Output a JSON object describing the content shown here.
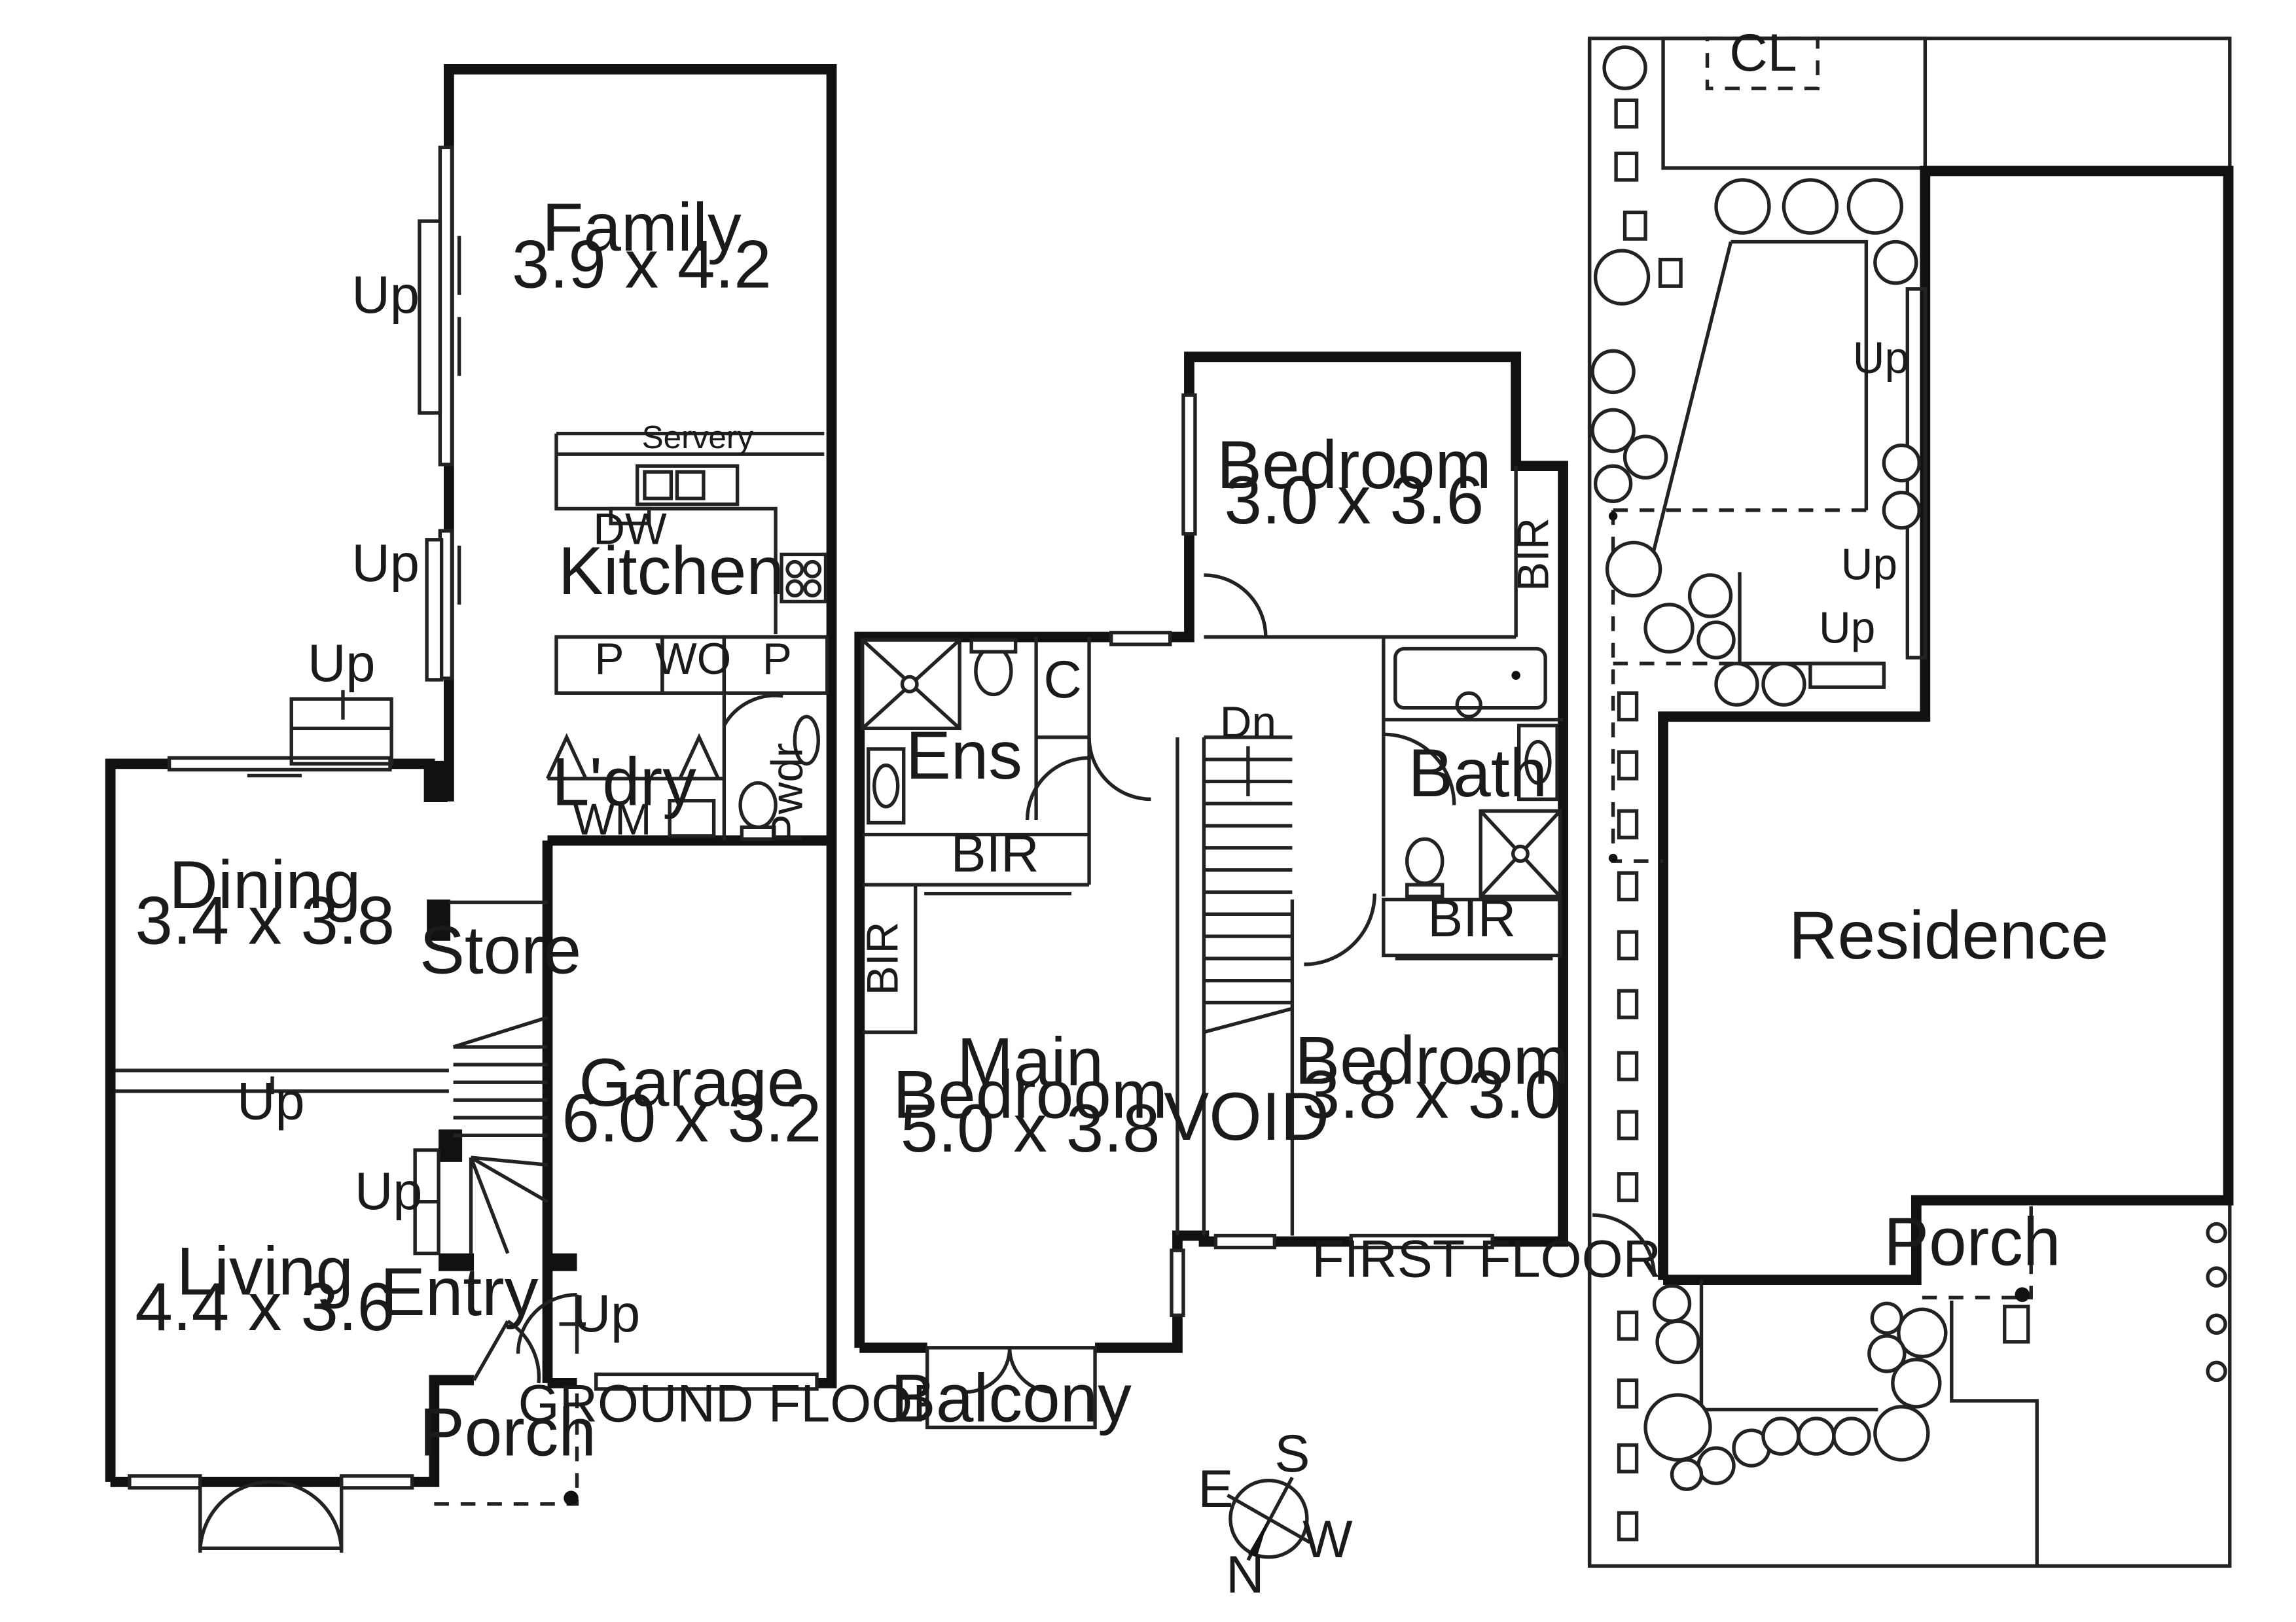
{
  "ground_floor": {
    "caption": "GROUND FLOOR",
    "rooms": {
      "family": {
        "name": "Family",
        "dims": "3.9 x 4.2"
      },
      "kitchen": {
        "name": "Kitchen"
      },
      "servery": {
        "name": "Servery"
      },
      "dw": {
        "name": "DW"
      },
      "pantry_left": {
        "name": "P"
      },
      "wo": {
        "name": "WO"
      },
      "pantry_right": {
        "name": "P"
      },
      "laundry": {
        "name": "L'dry"
      },
      "wm": {
        "name": "WM"
      },
      "powder": {
        "name": "Pwdr"
      },
      "dining": {
        "name": "Dining",
        "dims": "3.4 x 3.8"
      },
      "store": {
        "name": "Store"
      },
      "garage": {
        "name": "Garage",
        "dims": "6.0 x 3.2"
      },
      "living": {
        "name": "Living",
        "dims": "4.4 x 3.6"
      },
      "entry": {
        "name": "Entry"
      },
      "porch": {
        "name": "Porch"
      }
    },
    "step_labels": [
      "Up",
      "Up",
      "Up",
      "Up",
      "Up",
      "Up"
    ]
  },
  "first_floor": {
    "caption": "FIRST FLOOR",
    "rooms": {
      "bedroom_top": {
        "name": "Bedroom",
        "dims": "3.0 x 3.6"
      },
      "bir_top": {
        "name": "BIR"
      },
      "ensuite": {
        "name": "Ens"
      },
      "cupboard": {
        "name": "C"
      },
      "stair_down": {
        "name": "Dn"
      },
      "bath": {
        "name": "Bath"
      },
      "bir_main": {
        "name": "BIR"
      },
      "bir_side": {
        "name": "BIR"
      },
      "bir_bath": {
        "name": "BIR"
      },
      "main_bedroom": {
        "name_line1": "Main",
        "name_line2": "Bedroom",
        "dims": "5.0 x 3.8"
      },
      "void": {
        "name": "VOID"
      },
      "bedroom_bottom": {
        "name": "Bedroom",
        "dims": "3.8 x 3.0"
      },
      "balcony": {
        "name": "Balcony"
      }
    }
  },
  "site": {
    "cl": "CL",
    "residence": "Residence",
    "porch": "Porch",
    "step_labels": [
      "Up",
      "Up",
      "Up"
    ]
  },
  "compass": {
    "s": "S",
    "e": "E",
    "w": "W",
    "n": "N"
  },
  "colors": {
    "wall": "#111111",
    "line": "#222222",
    "background": "#ffffff"
  }
}
